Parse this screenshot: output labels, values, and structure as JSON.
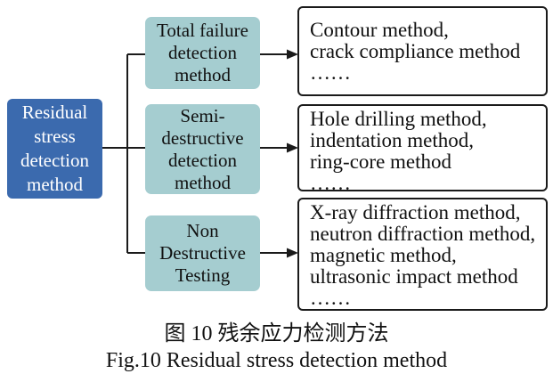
{
  "figure": {
    "root": {
      "lines": [
        "Residual",
        "stress",
        "detection",
        "method"
      ]
    },
    "branches": [
      {
        "category": {
          "lines": [
            "Total failure",
            "detection",
            "method"
          ]
        },
        "methods": {
          "lines": [
            "Contour method,",
            "crack compliance method",
            "……"
          ]
        }
      },
      {
        "category": {
          "lines": [
            "Semi-",
            "destructive",
            "detection",
            "method"
          ]
        },
        "methods": {
          "lines": [
            "Hole drilling method,",
            "indentation method,",
            "ring-core method",
            "……"
          ]
        }
      },
      {
        "category": {
          "lines": [
            "Non",
            "Destructive",
            "Testing"
          ]
        },
        "methods": {
          "lines": [
            "X-ray diffraction method,",
            "neutron diffraction method,",
            "magnetic method,",
            "ultrasonic impact method",
            "……"
          ]
        }
      }
    ],
    "caption_zh": "图 10 残余应力检测方法",
    "caption_en": "Fig.10 Residual stress detection method"
  },
  "colors": {
    "root_fill": "#3B6AAE",
    "root_text": "#FFFFFF",
    "category_fill": "#A5CDD0",
    "box_border": "#1A1A1A",
    "line": "#1A1A1A",
    "text": "#111111",
    "background": "#FFFFFF"
  }
}
